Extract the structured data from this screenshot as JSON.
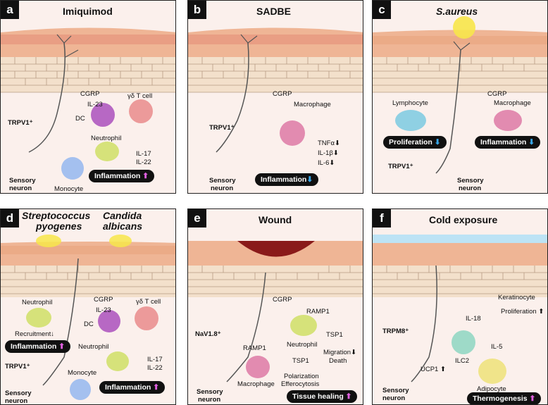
{
  "colors": {
    "skin_top": "#f2b08a",
    "skin_band": "#e8a27a",
    "cells": "#f4dfc9",
    "lower": "#fbf0ec",
    "arrow_up": "#e060e0",
    "arrow_down": "#38a8ea"
  },
  "panels": {
    "a": {
      "letter": "a",
      "title": "Imiquimod",
      "cgrp": "CGRP",
      "il23": "IL-23",
      "dc": "DC",
      "gdt": "γδ T cell",
      "trpv1": "TRPV1⁺",
      "neutrophil": "Neutrophil",
      "il17": "IL-17",
      "il22": "IL-22",
      "inflammation": "Inflammation",
      "sensory": "Sensory",
      "neuron": "neuron",
      "monocyte": "Monocyte",
      "arrow": "⬆"
    },
    "b": {
      "letter": "b",
      "title": "SADBE",
      "cgrp": "CGRP",
      "macrophage": "Macrophage",
      "trpv1": "TRPV1⁺",
      "tnfa": "TNFα",
      "il1b": "IL-1β",
      "il6": "IL-6",
      "inflammation": "Inflammation",
      "sensory": "Sensory",
      "neuron": "neuron",
      "arrow_down": "⬇"
    },
    "c": {
      "letter": "c",
      "title": "S.aureus",
      "cgrp": "CGRP",
      "lymphocyte": "Lymphocyte",
      "macrophage": "Macrophage",
      "proliferation": "Proliferation",
      "inflammation": "Inflammation",
      "trpv1": "TRPV1⁺",
      "sensory": "Sensory",
      "neuron": "neuron",
      "arrow_down": "⬇"
    },
    "d": {
      "letter": "d",
      "title1a": "Streptococcus",
      "title1b": "pyogenes",
      "title2a": "Candida",
      "title2b": "albicans",
      "neutrophil": "Neutrophil",
      "recruitment": "Recruitment↓",
      "inflammation": "Inflammation",
      "cgrp": "CGRP",
      "il23": "IL-23",
      "dc": "DC",
      "gdt": "γδ T cell",
      "neutrophil2": "Neutrophil",
      "il17": "IL-17",
      "il22": "IL-22",
      "monocyte": "Monocyte",
      "trpv1": "TRPV1⁺",
      "sensory": "Sensory",
      "neuron": "neuron",
      "arrow": "⬆"
    },
    "e": {
      "letter": "e",
      "title": "Wound",
      "cgrp": "CGRP",
      "ramp1a": "RAMP1",
      "tsp1a": "TSP1",
      "nav": "NaV1.8⁺",
      "neutrophil": "Neutrophil",
      "migration": "Migration",
      "death": "Death",
      "ramp1b": "RAMP1",
      "tsp1b": "TSP1",
      "macrophage": "Macrophage",
      "polarization": "Polarization",
      "efferocytosis": "Efferocytosis",
      "sensory": "Sensory",
      "neuron": "neuron",
      "healing": "Tissue healing",
      "arrow": "⬆",
      "arrow_down": "⬇"
    },
    "f": {
      "letter": "f",
      "title": "Cold exposure",
      "il18": "IL-18",
      "keratinocyte": "Keratinocyte",
      "proliferation": "Proliferation",
      "trpm8": "TRPM8⁺",
      "ilc2": "ILC2",
      "il5": "IL-5",
      "ucp1": "UCP1",
      "adipocyte": "Adipocyte",
      "sensory": "Sensory",
      "neuron": "neuron",
      "thermogenesis": "Thermogenesis",
      "arrow": "⬆"
    }
  }
}
